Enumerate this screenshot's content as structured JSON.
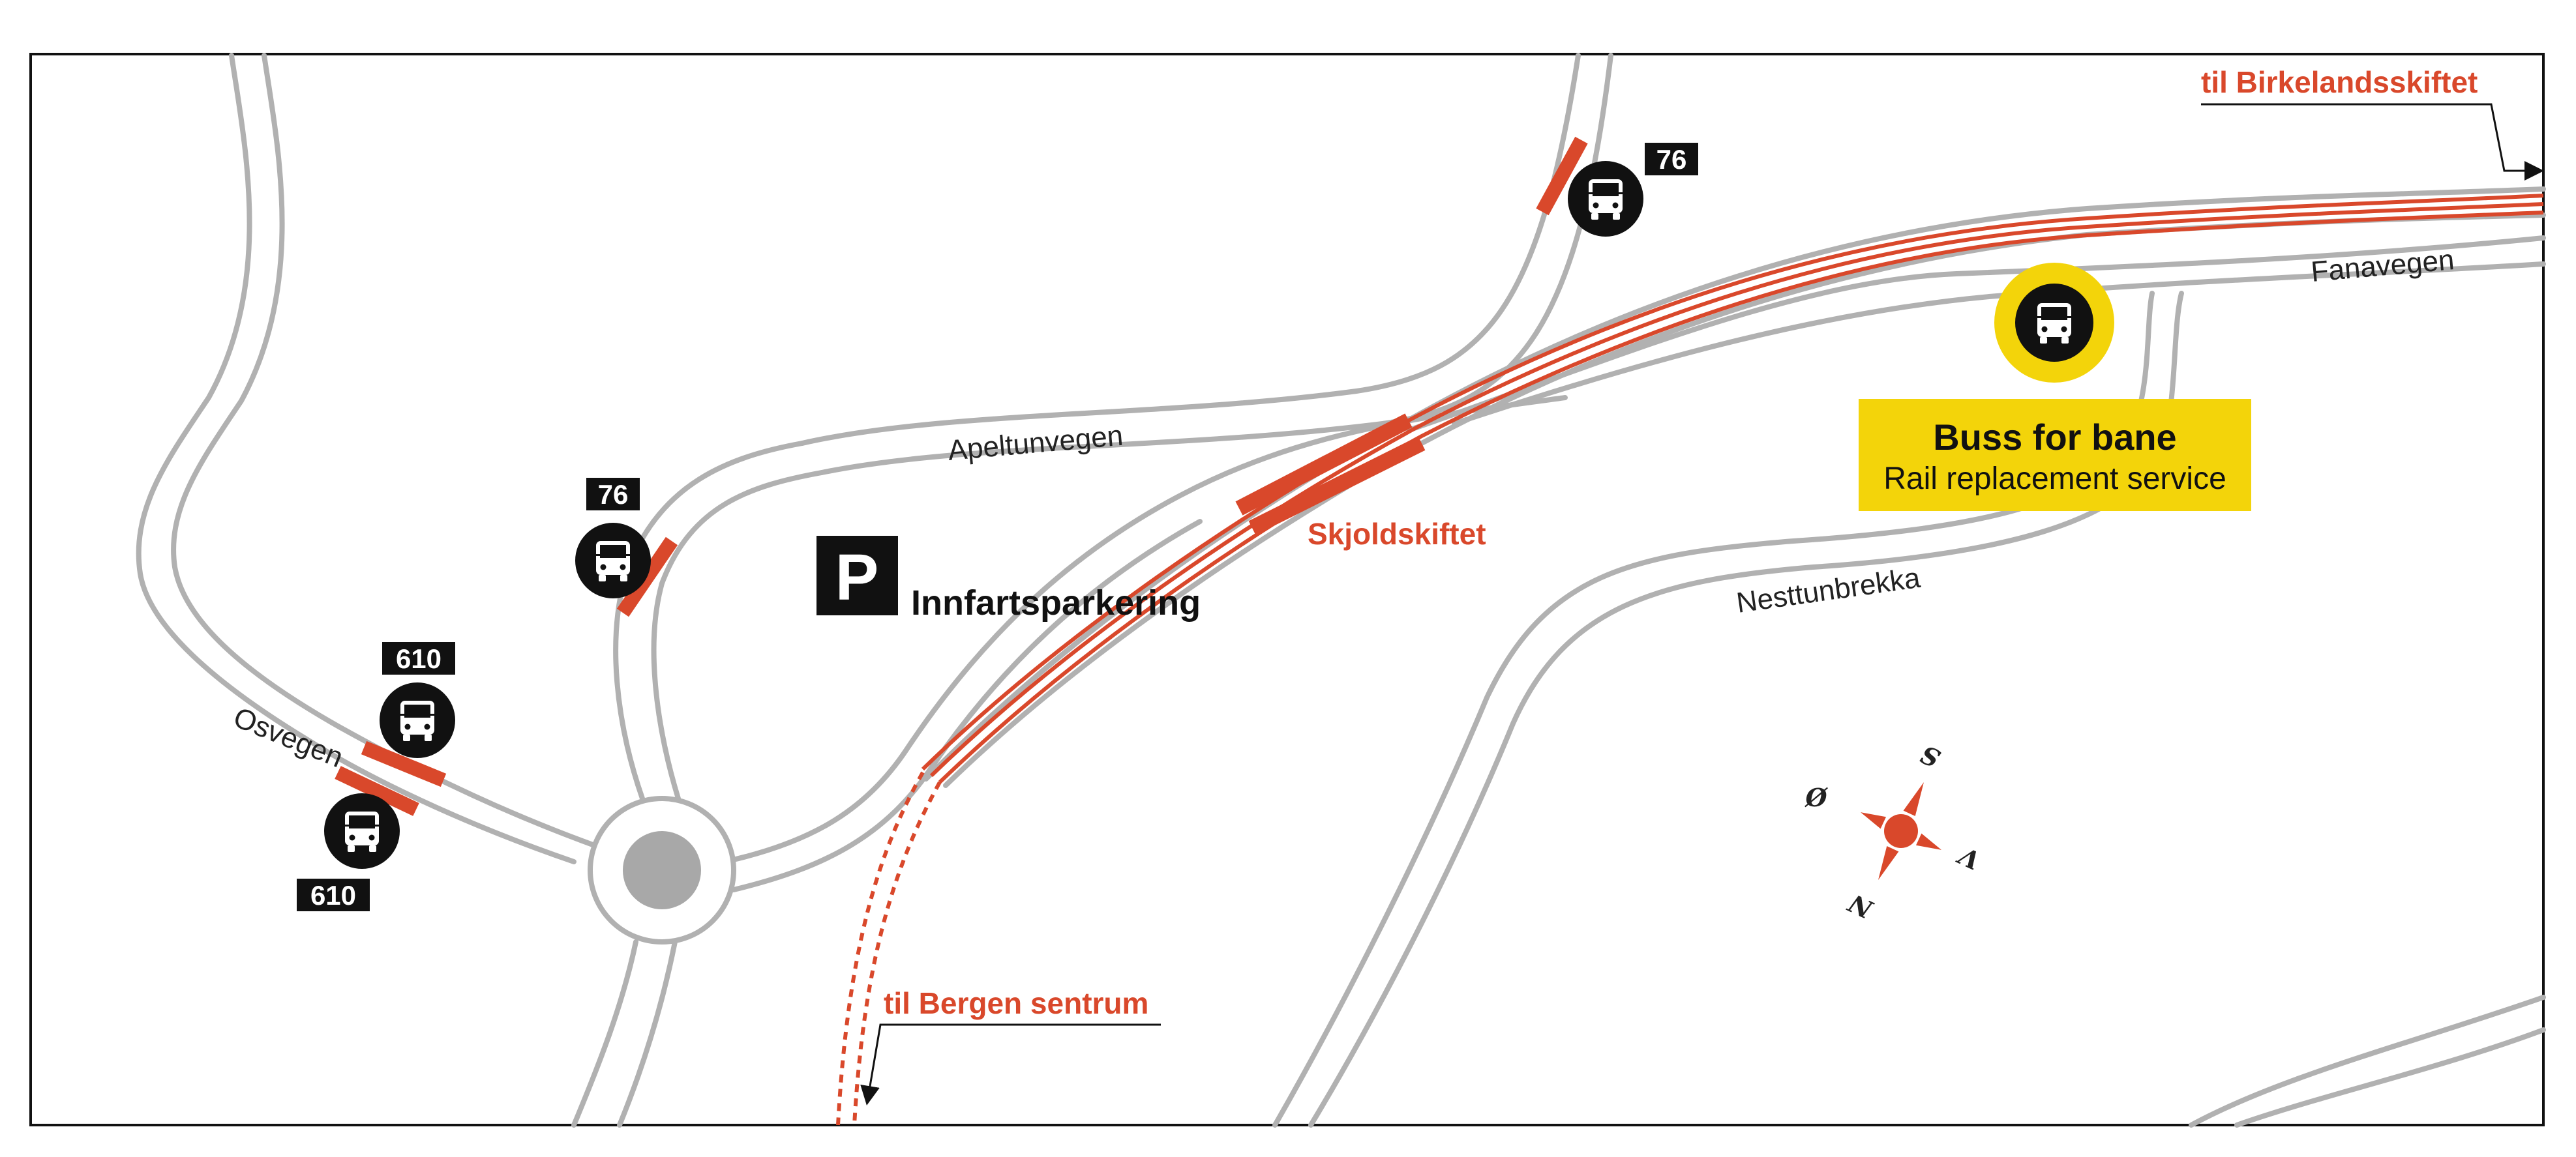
{
  "map": {
    "streets": {
      "osvegen": "Osvegen",
      "apeltunvegen": "Apeltunvegen",
      "fanavegen": "Fanavegen",
      "nesttunbrekka": "Nesttunbrekka"
    },
    "rail": {
      "station": "Skjoldskiftet",
      "to_city": "til Bergen sentrum",
      "to_birkeland": "til Birkelandsskiftet"
    },
    "parking": {
      "symbol": "P",
      "label": "Innfartsparkering"
    },
    "bus_stops": [
      {
        "route": "610"
      },
      {
        "route": "610"
      },
      {
        "route": "76"
      },
      {
        "route": "76"
      }
    ],
    "rail_replacement": {
      "title": "Buss for bane",
      "subtitle": "Rail replacement  service"
    },
    "compass": {
      "n": "N",
      "s": "S",
      "e": "Ø",
      "w": "V"
    },
    "colors": {
      "road": "#b1b1b1",
      "rail": "#d9482b",
      "yellow": "#f3d40a",
      "black": "#111111",
      "roundabout": "#a8a8a8"
    },
    "icons": {
      "bus": "bus-icon",
      "parking": "parking-icon",
      "compass": "compass-rose-icon"
    }
  }
}
